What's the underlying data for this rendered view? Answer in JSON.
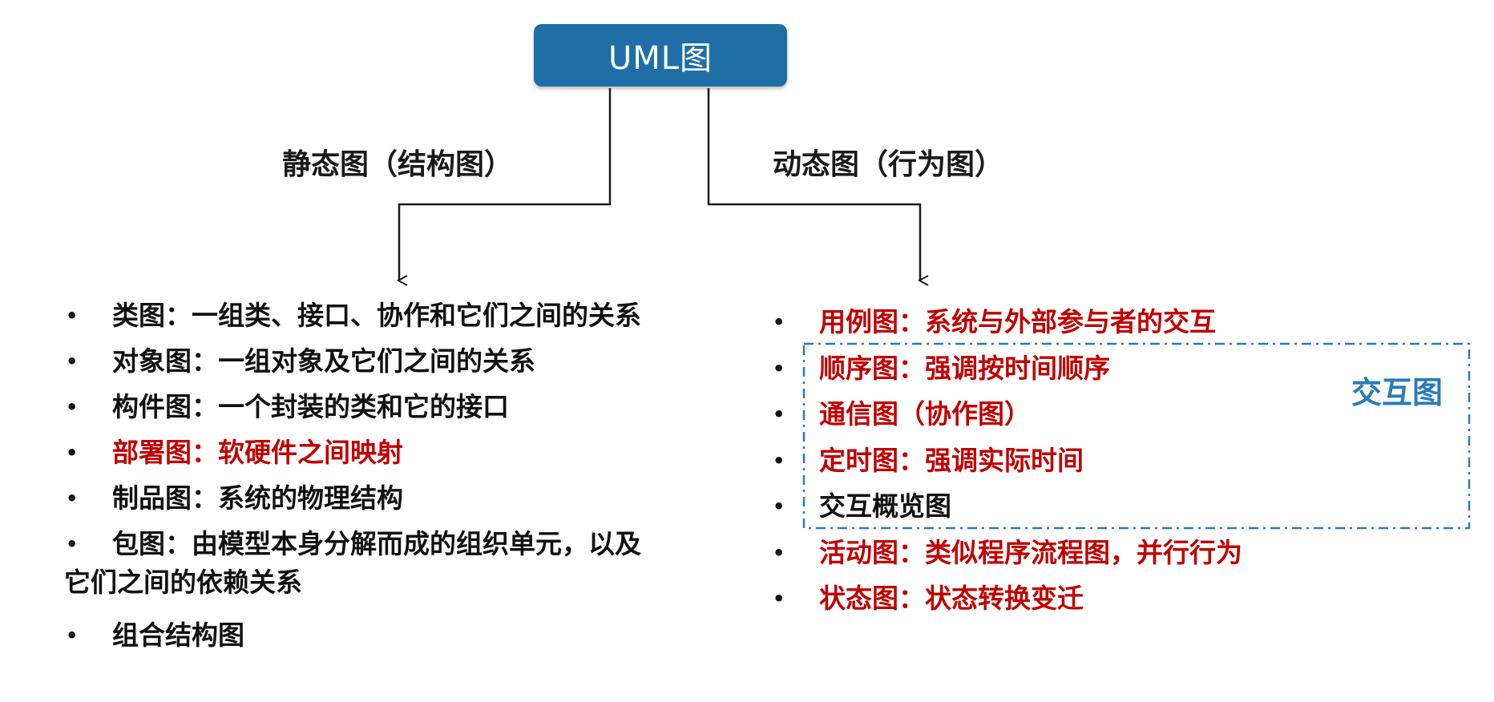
{
  "root": {
    "label": "UML图"
  },
  "branches": {
    "static": {
      "label": "静态图（结构图）"
    },
    "dynamic": {
      "label": "动态图（行为图）"
    }
  },
  "bullet_char": "•",
  "static_items": [
    {
      "text": "类图：一组类、接口、协作和它们之间的关系",
      "color": "#111111"
    },
    {
      "text": "对象图：一组对象及它们之间的关系",
      "color": "#111111"
    },
    {
      "text": "构件图：一个封装的类和它的接口",
      "color": "#111111"
    },
    {
      "text": "部署图：软硬件之间映射",
      "color": "#c00000"
    },
    {
      "text": "制品图：系统的物理结构",
      "color": "#111111"
    },
    {
      "text": "包图：由模型本身分解而成的组织单元，以及",
      "continuation": "它们之间的依赖关系",
      "color": "#111111"
    },
    {
      "text": "组合结构图",
      "color": "#111111"
    }
  ],
  "dynamic_items": [
    {
      "text": "用例图：系统与外部参与者的交互",
      "color": "#c00000"
    },
    {
      "text": "顺序图：强调按时间顺序",
      "color": "#c00000"
    },
    {
      "text": "通信图（协作图）",
      "color": "#c00000"
    },
    {
      "text": "定时图：强调实际时间",
      "color": "#c00000"
    },
    {
      "text": "交互概览图",
      "color": "#111111"
    },
    {
      "text": "活动图：类似程序流程图，并行行为",
      "color": "#c00000"
    },
    {
      "text": "状态图：状态转换变迁",
      "color": "#c00000"
    }
  ],
  "interaction_group": {
    "label": "交互图",
    "color": "#2a7bb8"
  },
  "colors": {
    "root_fill": "#1f6ea6",
    "highlight": "#c00000",
    "group": "#2a7bb8"
  }
}
